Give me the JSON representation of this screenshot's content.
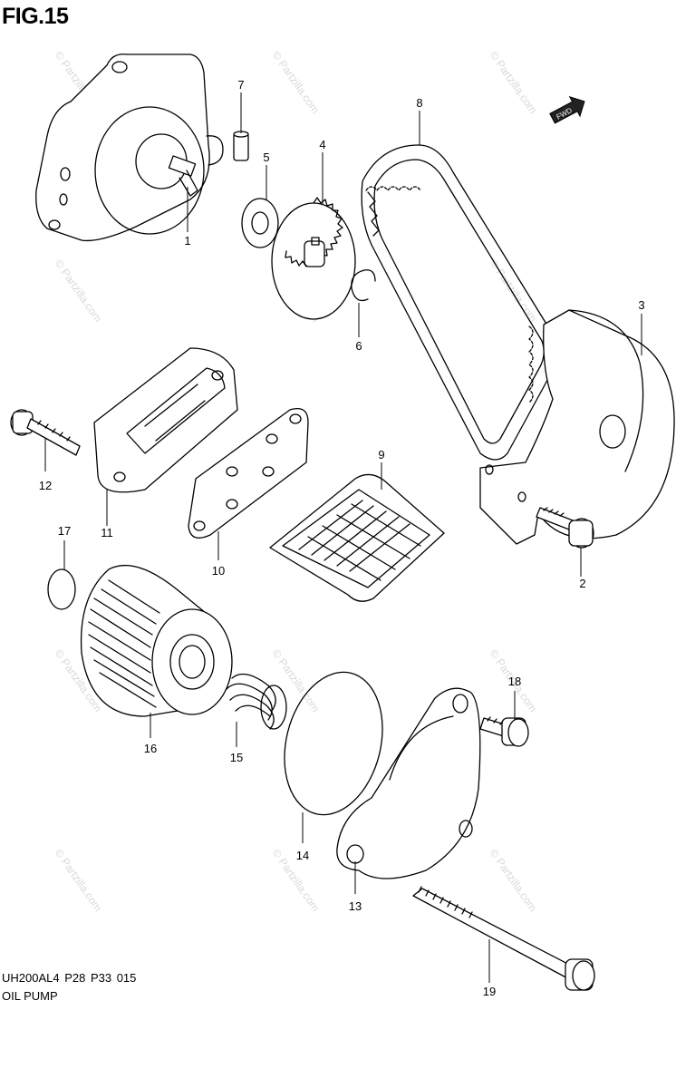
{
  "figure": {
    "title": "FIG.15"
  },
  "direction_mark": "FWD",
  "watermark": "© Partzilla.com",
  "callouts": [
    {
      "id": "1",
      "label": "1"
    },
    {
      "id": "2",
      "label": "2"
    },
    {
      "id": "3",
      "label": "3"
    },
    {
      "id": "4",
      "label": "4"
    },
    {
      "id": "5",
      "label": "5"
    },
    {
      "id": "6",
      "label": "6"
    },
    {
      "id": "7",
      "label": "7"
    },
    {
      "id": "8",
      "label": "8"
    },
    {
      "id": "9",
      "label": "9"
    },
    {
      "id": "10",
      "label": "10"
    },
    {
      "id": "11",
      "label": "11"
    },
    {
      "id": "12",
      "label": "12"
    },
    {
      "id": "13",
      "label": "13"
    },
    {
      "id": "14",
      "label": "14"
    },
    {
      "id": "15",
      "label": "15"
    },
    {
      "id": "16",
      "label": "16"
    },
    {
      "id": "17",
      "label": "17"
    },
    {
      "id": "18",
      "label": "18"
    },
    {
      "id": "19",
      "label": "19"
    }
  ],
  "footer": {
    "code": "UH200AL4 P28 P33 015",
    "name": "OIL PUMP"
  }
}
